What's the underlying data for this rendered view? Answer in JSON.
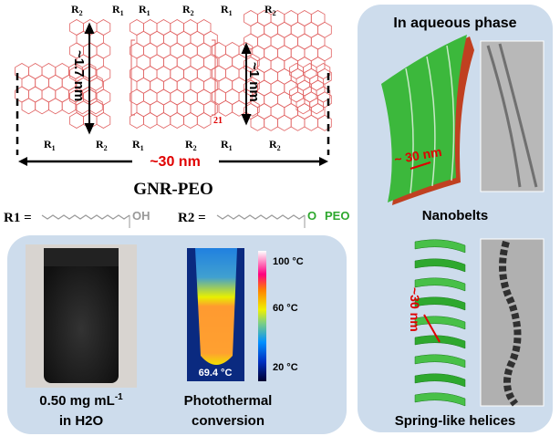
{
  "structure": {
    "substituents_top": [
      "R2",
      "R1",
      "R1",
      "R2",
      "R1",
      "R2"
    ],
    "substituents_bottom": [
      "R1",
      "R2",
      "R1",
      "R2",
      "R1",
      "R2"
    ],
    "width_left": "~1.7 nm",
    "width_right": "~1 nm",
    "repeat_subscript": "21",
    "length": "~30 nm",
    "name": "GNR-PEO",
    "r1_label": "R1 =",
    "r1_group": "OH",
    "r2_label": "R2 =",
    "r2_group_o": "O",
    "r2_group_peo": "PEO"
  },
  "dispersion": {
    "concentration_label": "0.50 mg mL",
    "concentration_exp": "-1",
    "solvent_label": "in H2O"
  },
  "photothermal": {
    "temperature_readout": "69.4 °C",
    "scale_ticks": [
      "100 °C",
      "60 °C",
      "20 °C"
    ],
    "caption_line1": "Photothermal",
    "caption_line2": "conversion"
  },
  "aqueous_phase": {
    "title": "In aqueous phase",
    "nanobelt_width": "~ 30 nm",
    "nanobelts_label": "Nanobelts",
    "helix_pitch": "~30 nm",
    "helices_label": "Spring-like helices"
  },
  "colors": {
    "panel": "#cddcec",
    "hex": "#e06060",
    "green": "#2ea82e",
    "red": "#e00000"
  }
}
